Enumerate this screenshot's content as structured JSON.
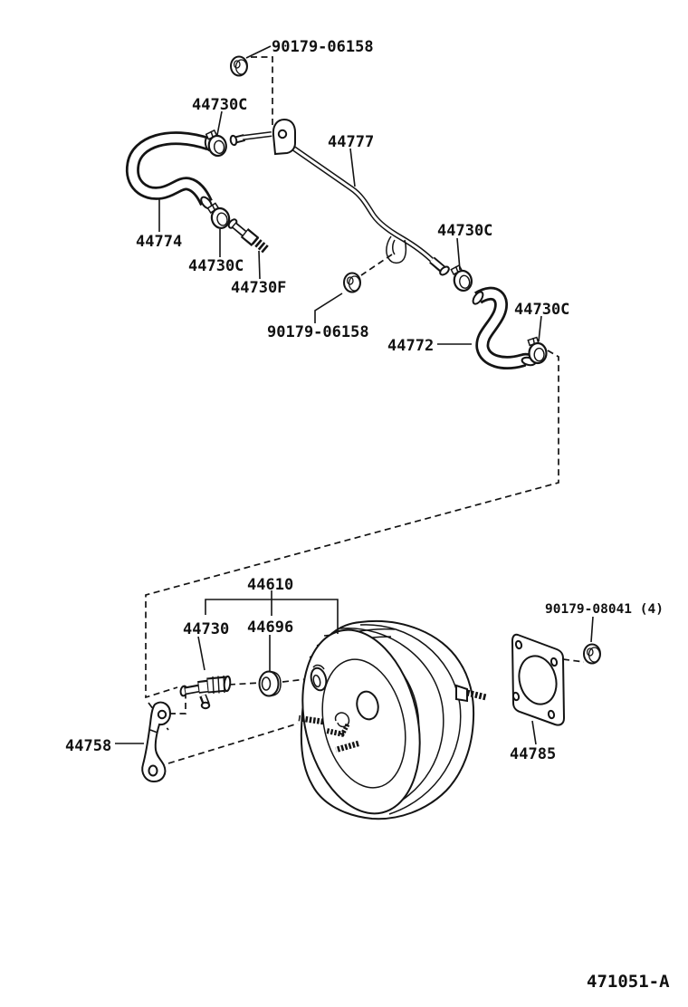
{
  "diagram": {
    "type": "parts-diagram",
    "subject": "brake booster and vacuum hose assembly",
    "background_color": "#ffffff",
    "line_color": "#141414",
    "drawing_code": "471051-A",
    "callouts": [
      {
        "id": "nut-upper",
        "text": "90179-06158"
      },
      {
        "id": "clamp-1",
        "text": "44730C"
      },
      {
        "id": "vacuum-pipe",
        "text": "44777"
      },
      {
        "id": "hose-left",
        "text": "44774"
      },
      {
        "id": "clamp-2",
        "text": "44730C"
      },
      {
        "id": "connector-union",
        "text": "44730F"
      },
      {
        "id": "nut-mid",
        "text": "90179-06158"
      },
      {
        "id": "clamp-3",
        "text": "44730C"
      },
      {
        "id": "hose-right",
        "text": "44772"
      },
      {
        "id": "clamp-4",
        "text": "44730C"
      },
      {
        "id": "booster-assy",
        "text": "44610"
      },
      {
        "id": "check-valve",
        "text": "44730"
      },
      {
        "id": "grommet",
        "text": "44696"
      },
      {
        "id": "bolt-set",
        "text": "90179-08041 (4)"
      },
      {
        "id": "bracket",
        "text": "44758"
      },
      {
        "id": "gasket",
        "text": "44785"
      }
    ]
  }
}
